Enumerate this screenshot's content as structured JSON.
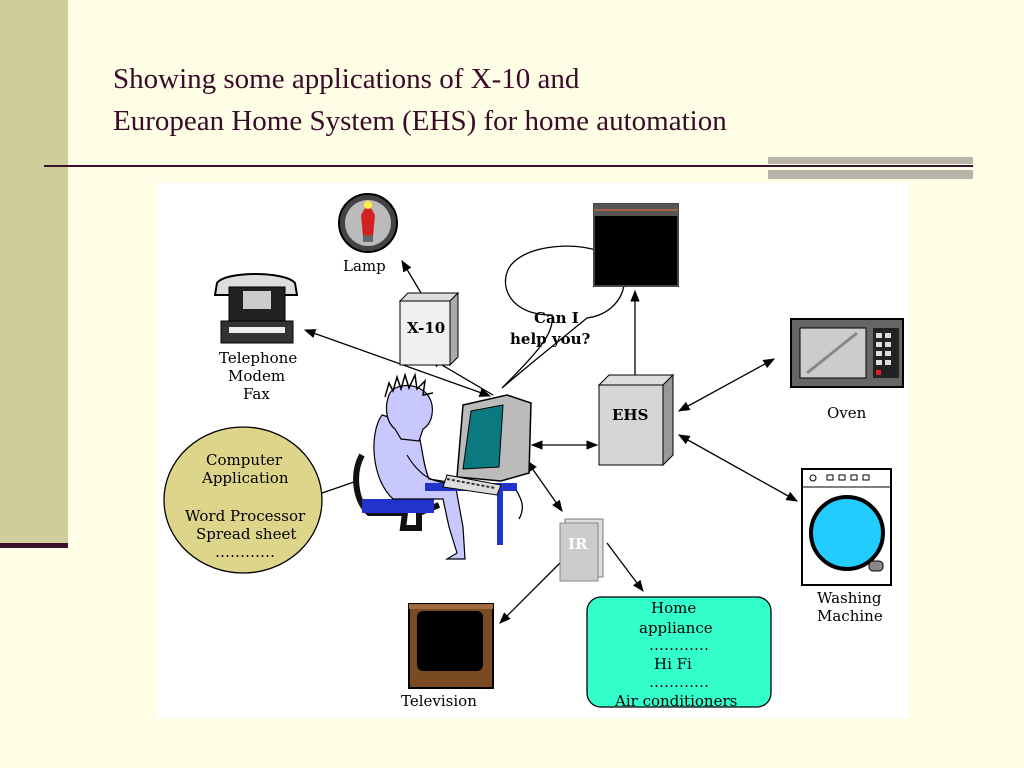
{
  "slide": {
    "title_line1": "Showing some applications of X-10 and",
    "title_line2": "European Home System (EHS) for home automation"
  },
  "diagram": {
    "lamp": "Lamp",
    "x10": "X-10",
    "bubble_line1": "Can I",
    "bubble_line2": "help you?",
    "ehs": "EHS",
    "ir": "IR",
    "phone_line1": "Telephone",
    "phone_line2": "Modem",
    "phone_line3": "Fax",
    "oven": "Oven",
    "washer_line1": "Washing",
    "washer_line2": "Machine",
    "television": "Television",
    "app_line1": "Computer",
    "app_line2": "Application",
    "app_line3": "Word Processor",
    "app_line4": "Spread sheet",
    "app_line5": "…………",
    "home_line1": "Home",
    "home_line2": "appliance",
    "home_line3": "…………",
    "home_line4": "Hi Fi",
    "home_line5": "…………",
    "home_line6": "Air conditioners",
    "colors": {
      "computer_app_fill": "#ddd58a",
      "home_appliance_fill": "#33ffcc",
      "washer_drum": "#22ccff",
      "figure_fill": "#c8c8ff",
      "monitor_screen": "#0b7a80"
    }
  }
}
